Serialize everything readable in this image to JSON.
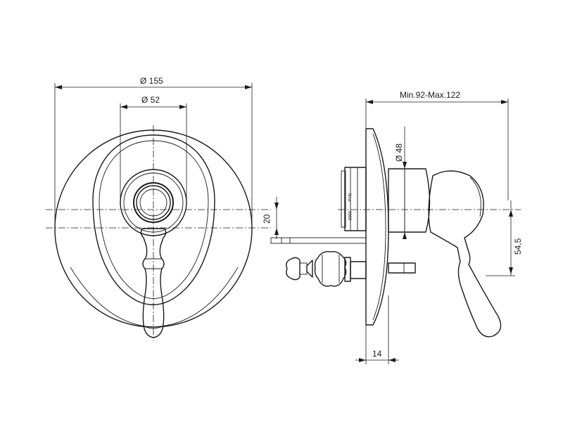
{
  "dimensions": {
    "plate_diameter": "Ø 155",
    "inner_diameter": "Ø 52",
    "offset": "20",
    "body_diameter": "Ø 48",
    "install_depth": "Min.92-Max.122",
    "lever_height": "54,5",
    "plate_thickness": "14"
  }
}
